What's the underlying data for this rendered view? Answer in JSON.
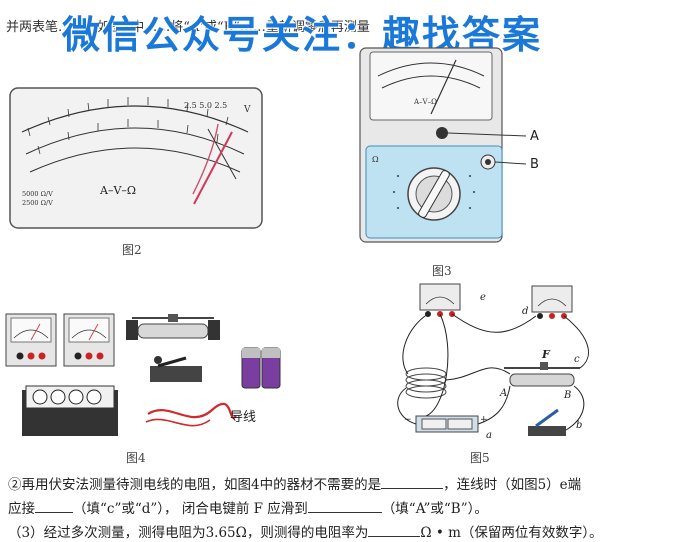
{
  "header": {
    "intro_text": "并两表笔……，如图3中……将“A”或“B”……重新调零后再测量",
    "watermark": "微信公众号关注：趣找答案"
  },
  "figures": {
    "fig2": {
      "caption": "图2",
      "scale_top": "2.5 5.0 2.5",
      "unit_symbol": "V",
      "dial_title": "A–V–Ω",
      "spec_1": "5000 Ω/V",
      "spec_2": "2500 Ω/V"
    },
    "fig3": {
      "caption": "图3",
      "label_a": "A",
      "label_b": "B",
      "dial_title": "A–V–Ω",
      "ohm_mark": "Ω"
    },
    "fig4": {
      "caption": "图4",
      "wire_label": "导线"
    },
    "fig5": {
      "caption": "图5",
      "label_e": "e",
      "label_d": "d",
      "label_c": "c",
      "label_b": "b",
      "label_a": "a",
      "label_F": "F",
      "label_A": "A",
      "label_B": "B"
    }
  },
  "questions": {
    "q2_line1_a": "②再用伏安法测量待测电线的电阻，如图4中的器材不需要的是",
    "q2_line1_b": "，连线时（如图5）e端",
    "q2_line2_a": "应接",
    "q2_line2_b": "（填“c”或“d”），  闭合电键前 F 应滑到",
    "q2_line2_c": "（填“A”或“B”）。",
    "q3_a": "（3）经过多次测量，测得电阻为3.65Ω，则测得的电阻率为",
    "q3_b": "Ω • m（保留两位有效数字）。"
  }
}
